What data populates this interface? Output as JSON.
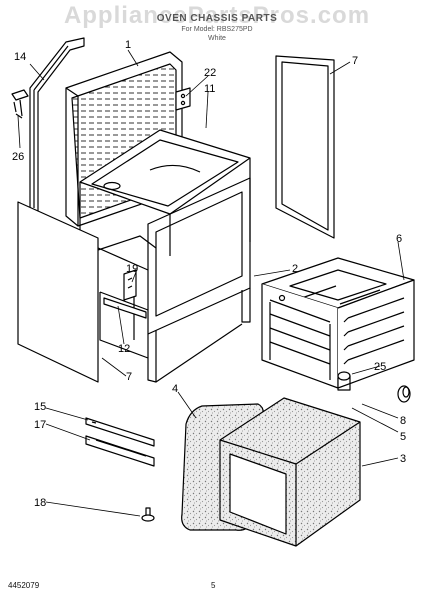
{
  "watermark": "AppliancePartsPros.com",
  "header": {
    "title": "OVEN CHASSIS PARTS",
    "model": "For Model: RBS275PD",
    "color": "White"
  },
  "callouts": {
    "c14": "14",
    "c1": "1",
    "c7a": "7",
    "c22": "22",
    "c11": "11",
    "c26": "26",
    "c19": "19",
    "c2": "2",
    "c6": "6",
    "c12": "12",
    "c7b": "7",
    "c25": "25",
    "c4": "4",
    "c8": "8",
    "c5": "5",
    "c3": "3",
    "c15": "15",
    "c17": "17",
    "c18": "18"
  },
  "footer": {
    "code": "4452079",
    "page": "5"
  },
  "colors": {
    "ink": "#000000",
    "insulation_fill": "#e3e3e3",
    "watermark": "#d9d9d9"
  }
}
